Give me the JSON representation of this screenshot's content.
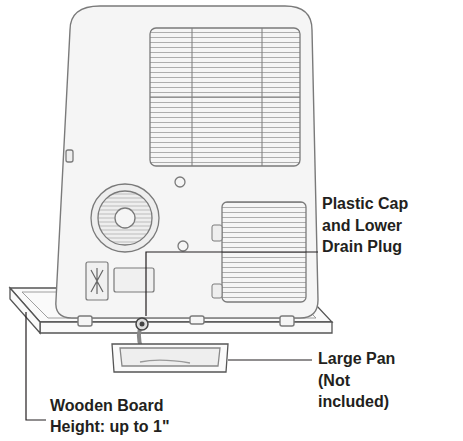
{
  "diagram": {
    "labels": [
      "Plastic Cap and Lower Drain Plug",
      "Large Pan (Not included)",
      "Wooden Board Height: up to 1\""
    ]
  }
}
